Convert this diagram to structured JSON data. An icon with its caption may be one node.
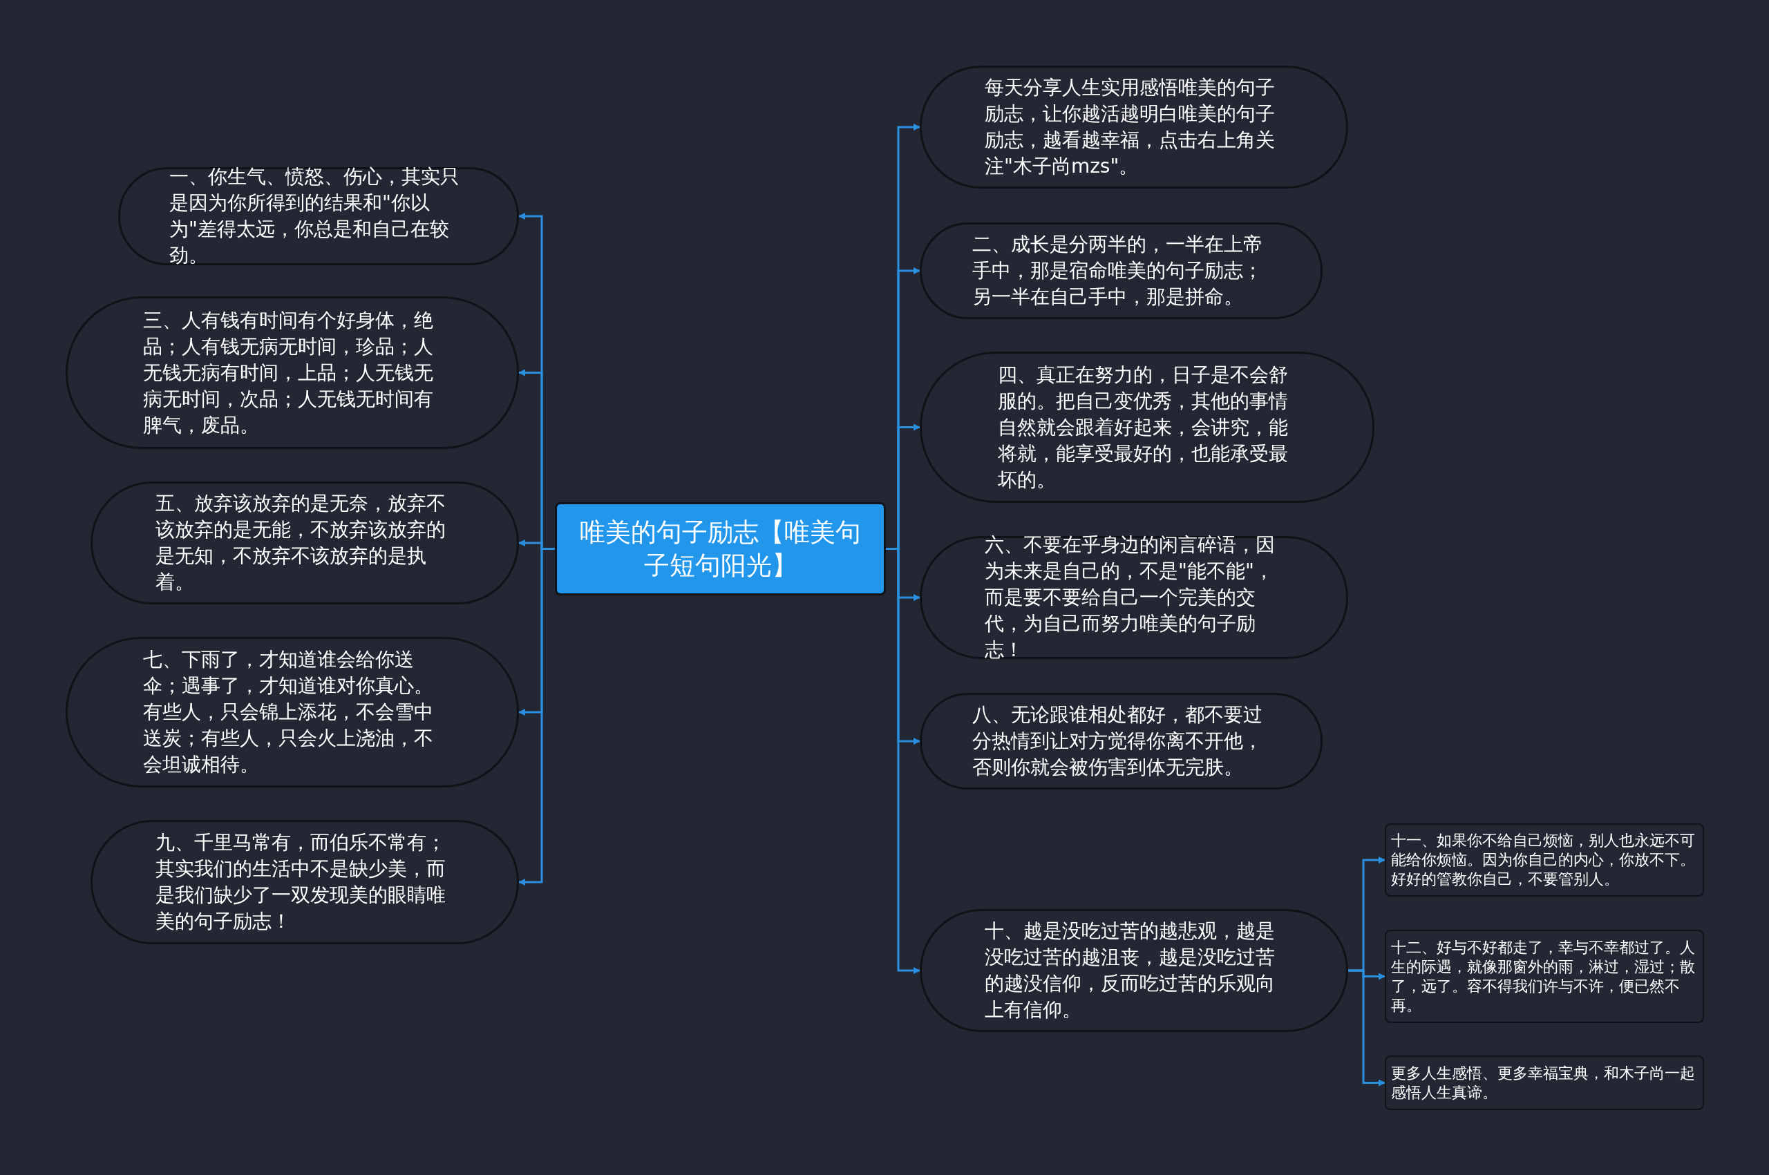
{
  "diagram": {
    "nodes": [
      {
        "text": [
          "唯美的句子励志【唯美句子短句阳光】"
        ]
      },
      {
        "text": [
          "每天分享人生实用感悟唯美的句子励志，让你越活越明白唯美的句子励志，越看越幸福，点击右上角关注\"木子尚mzs\"。"
        ]
      },
      {
        "text": [
          "一、你生气、愤怒、伤心，其实只是因为你所得到的结果和\"你以为\"差得太远，你总是和自己在较劲。"
        ]
      },
      {
        "text": [
          "二、成长是分两半的，一半在上帝手中，那是宿命唯美的句子励志；另一半在自己手中，那是拼命。"
        ]
      },
      {
        "text": [
          "三、人有钱有时间有个好身体，绝品；人有钱无病无时间，珍品；人无钱无病有时间，上品；人无钱无病无时间，次品；人无钱无时间有脾气，废品。"
        ]
      },
      {
        "text": [
          "四、真正在努力的，日子是不会舒服的。把自己变优秀，其他的事情自然就会跟着好起来，会讲究，能将就，能享受最好的，也能承受最坏的。"
        ]
      },
      {
        "text": [
          "五、放弃该放弃的是无奈，放弃不该放弃的是无能，不放弃该放弃的是无知，不放弃不该放弃的是执着。"
        ]
      },
      {
        "text": [
          "六、不要在乎身边的闲言碎语，因为未来是自己的，不是\"能不能\"，而是要不要给自己一个完美的交代，为自己而努力唯美的句子励志！"
        ]
      },
      {
        "text": [
          "七、下雨了，才知道谁会给你送伞；遇事了，才知道谁对你真心。有些人，只会锦上添花，不会雪中送炭；有些人，只会火上浇油，不会坦诚相待。"
        ]
      },
      {
        "text": [
          "八、无论跟谁相处都好，都不要过分热情到让对方觉得你离不开他，否则你就会被伤害到体无完肤。"
        ]
      },
      {
        "text": [
          "九、千里马常有，而伯乐不常有；其实我们的生活中不是缺少美，而是我们缺少了一双发现美的眼睛唯美的句子励志！"
        ]
      },
      {
        "text": [
          "十、越是没吃过苦的越悲观，越是没吃过苦的越沮丧，越是没吃过苦的越没信仰，反而吃过苦的乐观向上有信仰。"
        ]
      },
      {
        "text": [
          "十一、如果你不给自己烦恼，别人也永远不可能给你烦恼。因为你自己的内心，你放不下。好好的管教你自己，不要管别人。"
        ]
      },
      {
        "text": [
          "十二、好与不好都走了，幸与不幸都过了。人生的际遇，就像那窗外的雨，淋过，湿过；散了，远了。容不得我们许与不许，便已然不再。"
        ]
      },
      {
        "text": [
          "更多人生感悟、更多幸福宝典，和木子尚一起感悟人生真谛。"
        ]
      }
    ],
    "edges": [
      {
        "from": 0,
        "to": 1,
        "arrow": "to"
      },
      {
        "from": 0,
        "to": 2,
        "arrow": "to"
      },
      {
        "from": 0,
        "to": 3,
        "arrow": "to"
      },
      {
        "from": 0,
        "to": 4,
        "arrow": "to"
      },
      {
        "from": 0,
        "to": 5,
        "arrow": "to"
      },
      {
        "from": 0,
        "to": 6,
        "arrow": "to"
      },
      {
        "from": 0,
        "to": 7,
        "arrow": "to"
      },
      {
        "from": 0,
        "to": 8,
        "arrow": "to"
      },
      {
        "from": 0,
        "to": 9,
        "arrow": "to"
      },
      {
        "from": 0,
        "to": 10,
        "arrow": "to"
      },
      {
        "from": 0,
        "to": 11,
        "arrow": "to"
      },
      {
        "from": 11,
        "to": 12,
        "arrow": "to"
      },
      {
        "from": 11,
        "to": 13,
        "arrow": "to"
      },
      {
        "from": 11,
        "to": 14,
        "arrow": "to"
      }
    ]
  }
}
